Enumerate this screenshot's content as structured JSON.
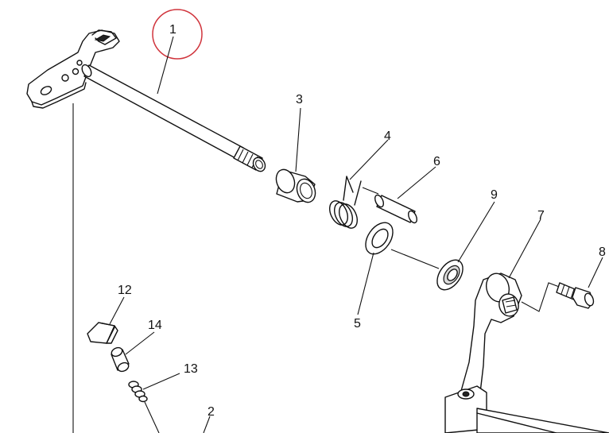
{
  "diagram": {
    "labels": {
      "p1": "1",
      "p2": "2",
      "p3": "3",
      "p4": "4",
      "p5": "5",
      "p6": "6",
      "p7": "7",
      "p8": "8",
      "p9": "9",
      "p12": "12",
      "p13": "13",
      "p14": "14"
    },
    "highlight_color": "#d0343c",
    "line_color": "#111111"
  }
}
